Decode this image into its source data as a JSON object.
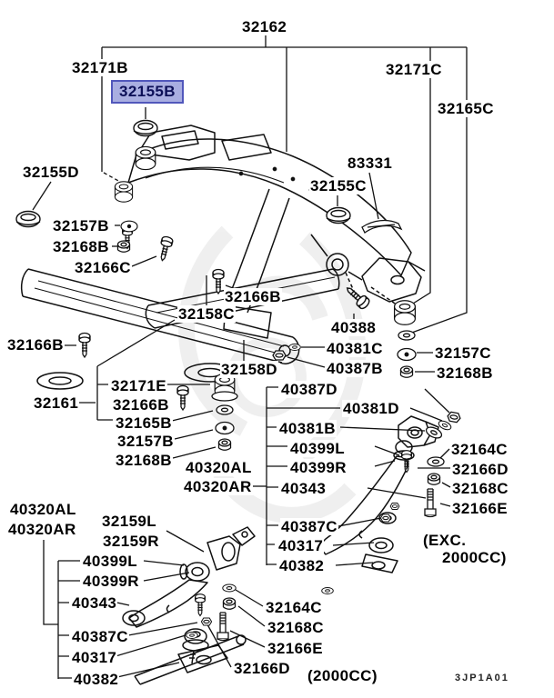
{
  "diagram": {
    "code": "3JP1A01",
    "highlighted_part": "32155B",
    "accent_fill": "#a9aee1",
    "accent_border": "#5157bb",
    "line_color": "#111111"
  },
  "notes": {
    "exc_line1": "(EXC.",
    "exc_line2": "2000CC)",
    "cc2000": "(2000CC)"
  },
  "labels": [
    {
      "text": "32162"
    },
    {
      "text": "32171B"
    },
    {
      "text": "32155B",
      "highlighted": true
    },
    {
      "text": "32171C"
    },
    {
      "text": "32165C"
    },
    {
      "text": "32155D"
    },
    {
      "text": "83331"
    },
    {
      "text": "32155C"
    },
    {
      "text": "32157B"
    },
    {
      "text": "32168B"
    },
    {
      "text": "32166C"
    },
    {
      "text": "32166B"
    },
    {
      "text": "32158C"
    },
    {
      "text": "32166B"
    },
    {
      "text": "32158D"
    },
    {
      "text": "40388"
    },
    {
      "text": "40381C"
    },
    {
      "text": "40387B"
    },
    {
      "text": "32157C"
    },
    {
      "text": "32168B"
    },
    {
      "text": "32161"
    },
    {
      "text": "32171E"
    },
    {
      "text": "32166B"
    },
    {
      "text": "32165B"
    },
    {
      "text": "32157B"
    },
    {
      "text": "32168B"
    },
    {
      "text": "40320AL"
    },
    {
      "text": "40320AR"
    },
    {
      "text": "40387D"
    },
    {
      "text": "40381D"
    },
    {
      "text": "40381B"
    },
    {
      "text": "40399L"
    },
    {
      "text": "40399R"
    },
    {
      "text": "40343"
    },
    {
      "text": "32164C"
    },
    {
      "text": "32166D"
    },
    {
      "text": "32168C"
    },
    {
      "text": "32166E"
    },
    {
      "text": "40387C"
    },
    {
      "text": "40317"
    },
    {
      "text": "40382"
    },
    {
      "text": "40320AL"
    },
    {
      "text": "40320AR"
    },
    {
      "text": "32159L"
    },
    {
      "text": "32159R"
    },
    {
      "text": "40399L"
    },
    {
      "text": "40399R"
    },
    {
      "text": "40343"
    },
    {
      "text": "40387C"
    },
    {
      "text": "40317"
    },
    {
      "text": "40382"
    },
    {
      "text": "32164C"
    },
    {
      "text": "32168C"
    },
    {
      "text": "32166E"
    },
    {
      "text": "32166D"
    }
  ]
}
